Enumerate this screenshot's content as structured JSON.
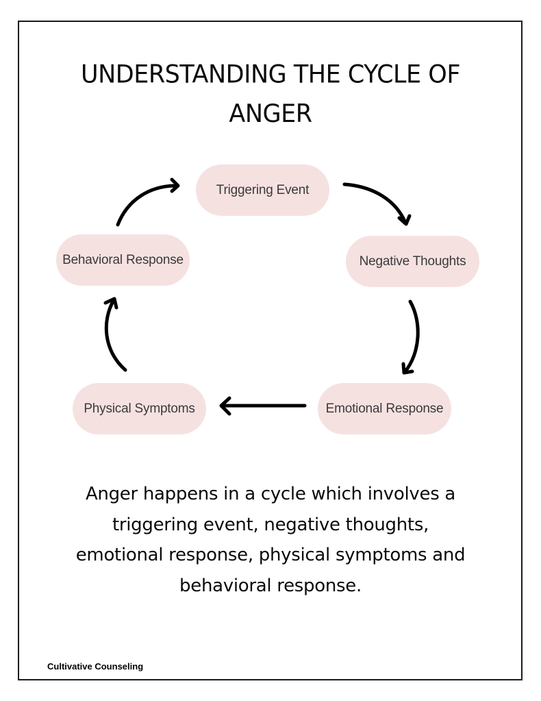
{
  "title": {
    "line1": "UNDERSTANDING THE CYCLE OF",
    "line2": "ANGER"
  },
  "cycle": {
    "nodes": [
      {
        "id": "triggering-event",
        "label": "Triggering Event"
      },
      {
        "id": "negative-thoughts",
        "label": "Negative Thoughts"
      },
      {
        "id": "emotional-response",
        "label": "Emotional Response"
      },
      {
        "id": "physical-symptoms",
        "label": "Physical Symptoms"
      },
      {
        "id": "behavioral-response",
        "label": "Behavioral Response"
      }
    ],
    "edges": [
      {
        "from": "triggering-event",
        "to": "negative-thoughts"
      },
      {
        "from": "negative-thoughts",
        "to": "emotional-response"
      },
      {
        "from": "emotional-response",
        "to": "physical-symptoms"
      },
      {
        "from": "physical-symptoms",
        "to": "behavioral-response"
      },
      {
        "from": "behavioral-response",
        "to": "triggering-event"
      }
    ],
    "node_color": "#f6e1e1",
    "arrow_color": "#000000"
  },
  "description": {
    "line1": "Anger happens in a cycle which involves a",
    "line2": "triggering event, negative thoughts,",
    "line3": "emotional response, physical symptoms and",
    "line4": "behavioral response."
  },
  "footer": {
    "brand": "Cultivative Counseling"
  }
}
